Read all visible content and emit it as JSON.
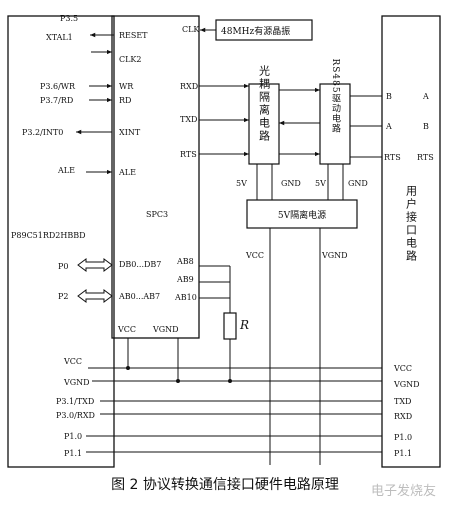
{
  "caption": "图 2   协议转换通信接口硬件电路原理",
  "watermark": "电子发烧友",
  "mcu": {
    "name": "P89C51RD2HBBD",
    "pins": {
      "p35": "P3.5",
      "xtal1": "XTAL1",
      "p36": "P3.6/WR",
      "p37": "P3.7/RD",
      "p32": "P3.2/INT0",
      "ale": "ALE",
      "p0": "P0",
      "p2": "P2",
      "vcc": "VCC",
      "vgnd": "VGND",
      "p31": "P3.1/TXD",
      "p30": "P3.0/RXD",
      "p10": "P1.0",
      "p11": "P1.1"
    }
  },
  "spc3": {
    "name": "SPC3",
    "pins": {
      "reset": "RESET",
      "clk2": "CLK2",
      "wr": "WR",
      "rd": "RD",
      "xint": "XINT",
      "ale": "ALE",
      "db": "DB0...DB7",
      "ab": "AB0...AB7",
      "clk": "CLK",
      "rxd": "RXD",
      "txd": "TXD",
      "rts": "RTS",
      "ab8": "AB8",
      "ab9": "AB9",
      "ab10": "AB10",
      "vcc": "VCC",
      "vgnd": "VGND"
    }
  },
  "oscillator": "48MHz有源晶振",
  "optocoupler": {
    "label": "光耦隔离电路",
    "v5": "5V",
    "gnd": "GND"
  },
  "rs485": {
    "label": "RS485驱动电路",
    "v5": "5V",
    "gnd": "GND"
  },
  "power": "5V隔离电源",
  "power_vcc": "VCC",
  "power_vgnd": "VGND",
  "resistor": "R",
  "user_if": {
    "label": "用户接口电路",
    "b_in": "B",
    "a_in": "A",
    "rts_in": "RTS",
    "a_out": "A",
    "b_out": "B",
    "rts_out": "RTS",
    "vcc": "VCC",
    "vgnd": "VGND",
    "txd": "TXD",
    "rxd": "RXD",
    "p10": "P1.0",
    "p11": "P1.1"
  }
}
